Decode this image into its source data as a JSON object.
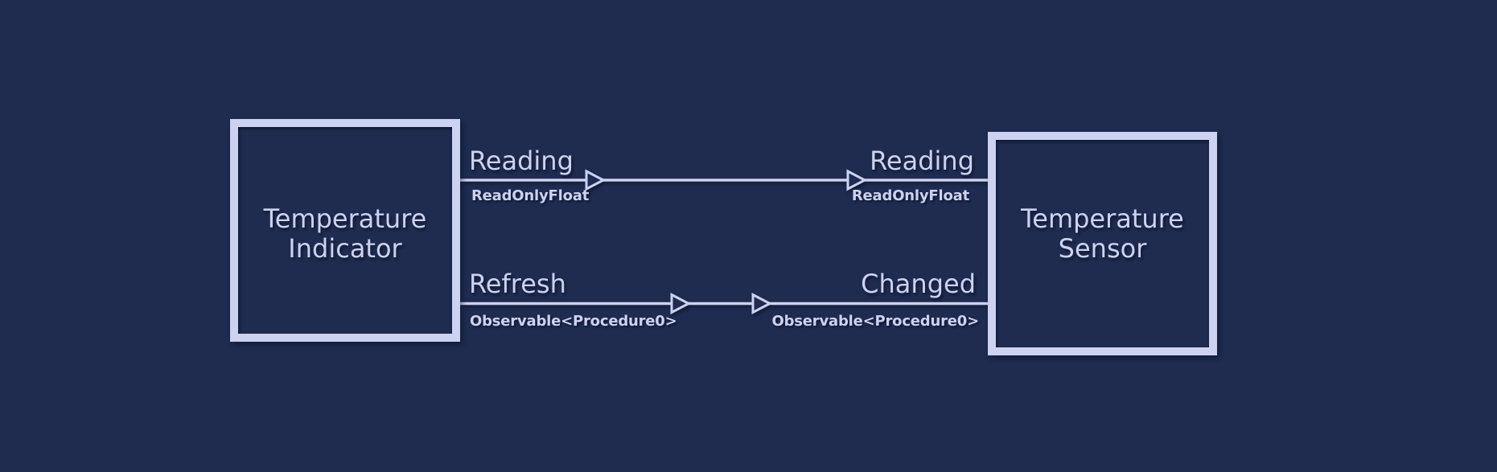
{
  "colors": {
    "background": "#1F2C50",
    "accent": "#CBD2F2"
  },
  "nodes": {
    "indicator": {
      "line1": "Temperature",
      "line2": "Indicator"
    },
    "sensor": {
      "line1": "Temperature",
      "line2": "Sensor"
    }
  },
  "connections": {
    "reading": {
      "left_name": "Reading",
      "left_type": "ReadOnlyFloat",
      "right_name": "Reading",
      "right_type": "ReadOnlyFloat"
    },
    "refresh": {
      "left_name": "Refresh",
      "left_type": "Observable<Procedure0>",
      "right_name": "Changed",
      "right_type": "Observable<Procedure0>"
    }
  }
}
